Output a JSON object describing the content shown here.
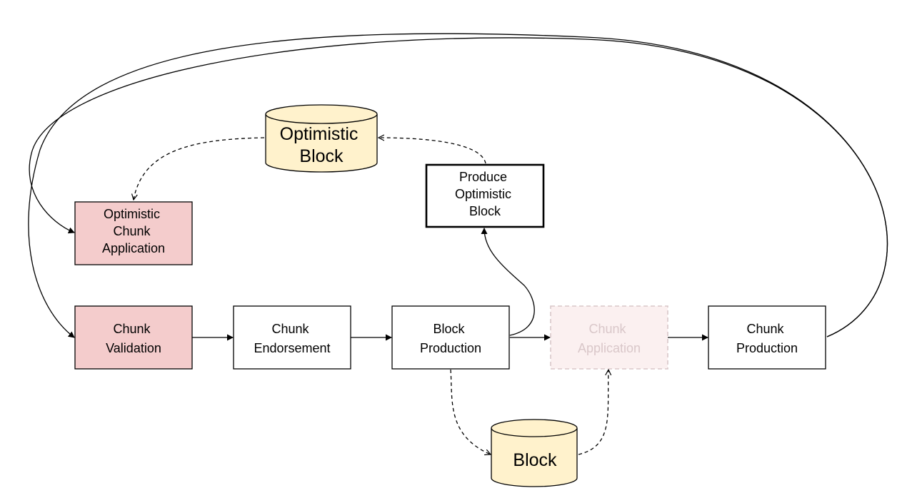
{
  "colors": {
    "validation_fill": "#f4cccc",
    "storage_fill": "#fff2cc",
    "faded_fill": "#fbf0f0",
    "faded_stroke": "#d9c7c9",
    "faded_text": "#d9c7c9",
    "stroke": "#000000",
    "background": "#ffffff"
  },
  "nodes": {
    "optimistic_chunk_application": [
      "Optimistic",
      "Chunk",
      "Application"
    ],
    "chunk_validation": [
      "Chunk",
      "Validation"
    ],
    "chunk_endorsement": [
      "Chunk",
      "Endorsement"
    ],
    "block_production": [
      "Block",
      "Production"
    ],
    "chunk_application": [
      "Chunk",
      "Application"
    ],
    "chunk_production": [
      "Chunk",
      "Production"
    ],
    "produce_optimistic_block": [
      "Produce",
      "Optimistic",
      "Block"
    ]
  },
  "storages": {
    "optimistic_block": [
      "Optimistic",
      "Block"
    ],
    "block": [
      "Block"
    ]
  }
}
